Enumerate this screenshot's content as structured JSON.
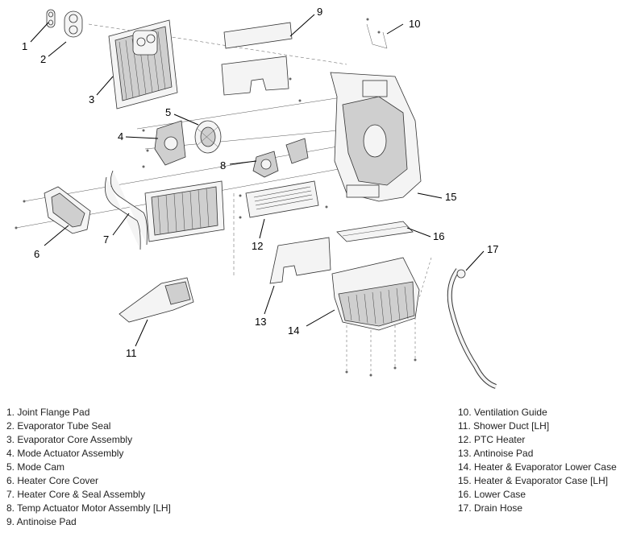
{
  "callouts": [
    "1",
    "2",
    "3",
    "4",
    "5",
    "6",
    "7",
    "8",
    "9",
    "10",
    "11",
    "12",
    "13",
    "14",
    "15",
    "16",
    "17"
  ],
  "legend_left": [
    "1. Joint Flange Pad",
    "2. Evaporator Tube Seal",
    "3. Evaporator Core Assembly",
    "4. Mode Actuator Assembly",
    "5. Mode Cam",
    "6. Heater Core Cover",
    "7. Heater Core & Seal Assembly",
    "8. Temp Actuator Motor Assembly [LH]",
    "9. Antinoise Pad"
  ],
  "legend_right": [
    "10. Ventilation Guide",
    "11. Shower Duct [LH]",
    "12. PTC Heater",
    "13. Antinoise Pad",
    "14. Heater & Evaporator Lower Case",
    "15. Heater & Evaporator Case [LH]",
    "16. Lower Case",
    "17. Drain Hose"
  ]
}
